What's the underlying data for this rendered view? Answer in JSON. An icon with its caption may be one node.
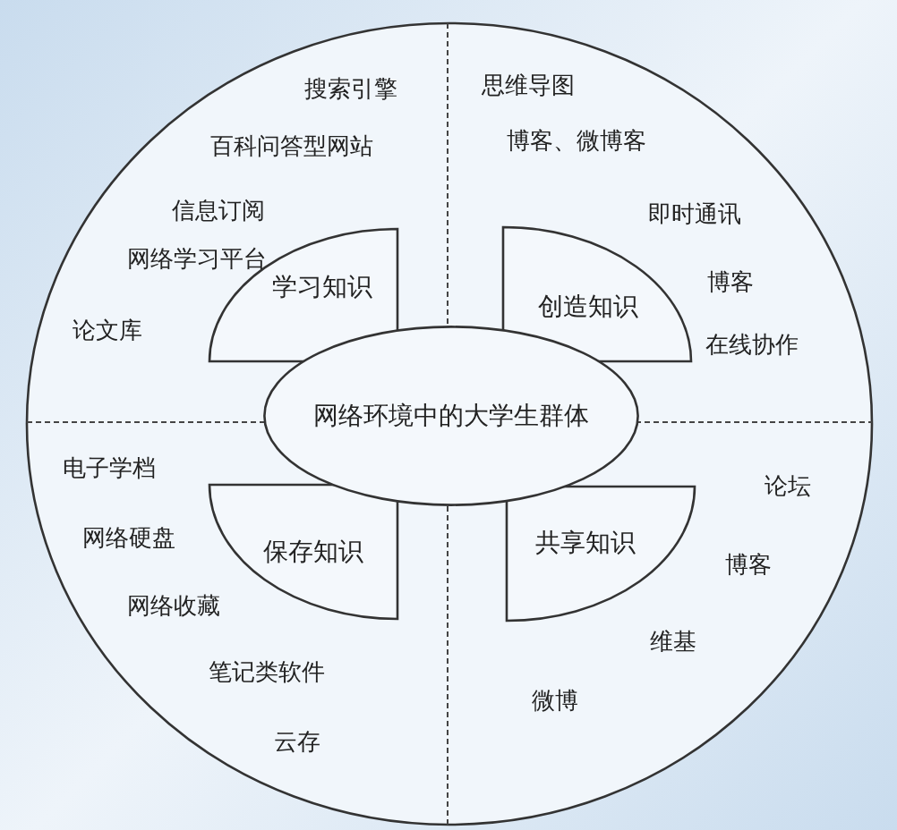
{
  "diagram": {
    "nodes": [
      {
        "text": [
          "网络环境中的大学生群体"
        ]
      },
      {
        "text": [
          "学习知识"
        ]
      },
      {
        "text": [
          "创造知识"
        ]
      },
      {
        "text": [
          "保存知识"
        ]
      },
      {
        "text": [
          "共享知识"
        ]
      }
    ],
    "labels": [
      "搜索引擎",
      "百科问答型网站",
      "思维导图",
      "博客、微博客",
      "信息订阅",
      "即时通讯",
      "网络学习平台",
      "博客",
      "论文库",
      "在线协作",
      "电子学档",
      "论坛",
      "网络硬盘",
      "博客",
      "网络收藏",
      "维基",
      "笔记类软件",
      "微博",
      "云存"
    ]
  }
}
